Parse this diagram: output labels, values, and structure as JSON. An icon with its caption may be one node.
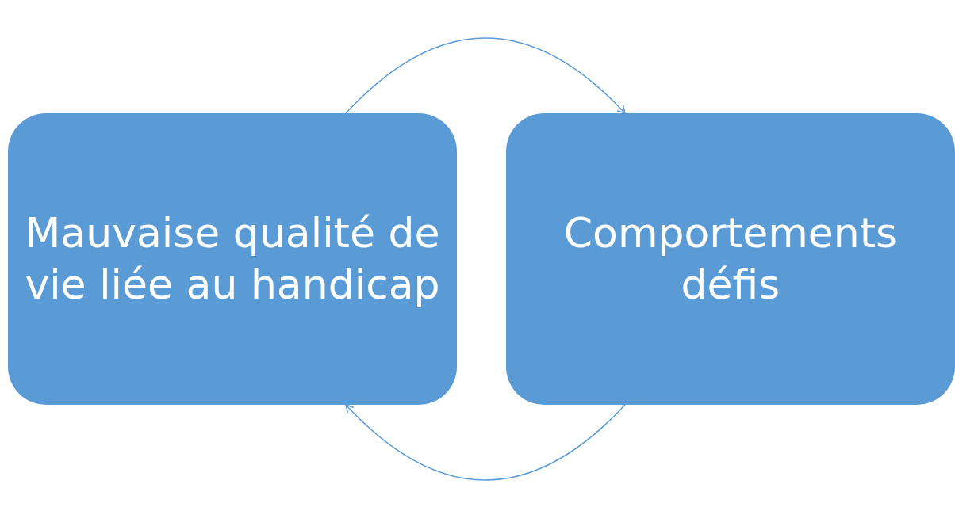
{
  "diagram": {
    "nodes": [
      {
        "text": [
          "Mauvaise qualité de vie liée au handicap"
        ]
      },
      {
        "text": [
          "Comportements défis"
        ]
      }
    ],
    "edges": [
      {
        "from": 0,
        "to": 1,
        "arrow": "to"
      },
      {
        "from": 1,
        "to": 0,
        "arrow": "to"
      }
    ]
  }
}
